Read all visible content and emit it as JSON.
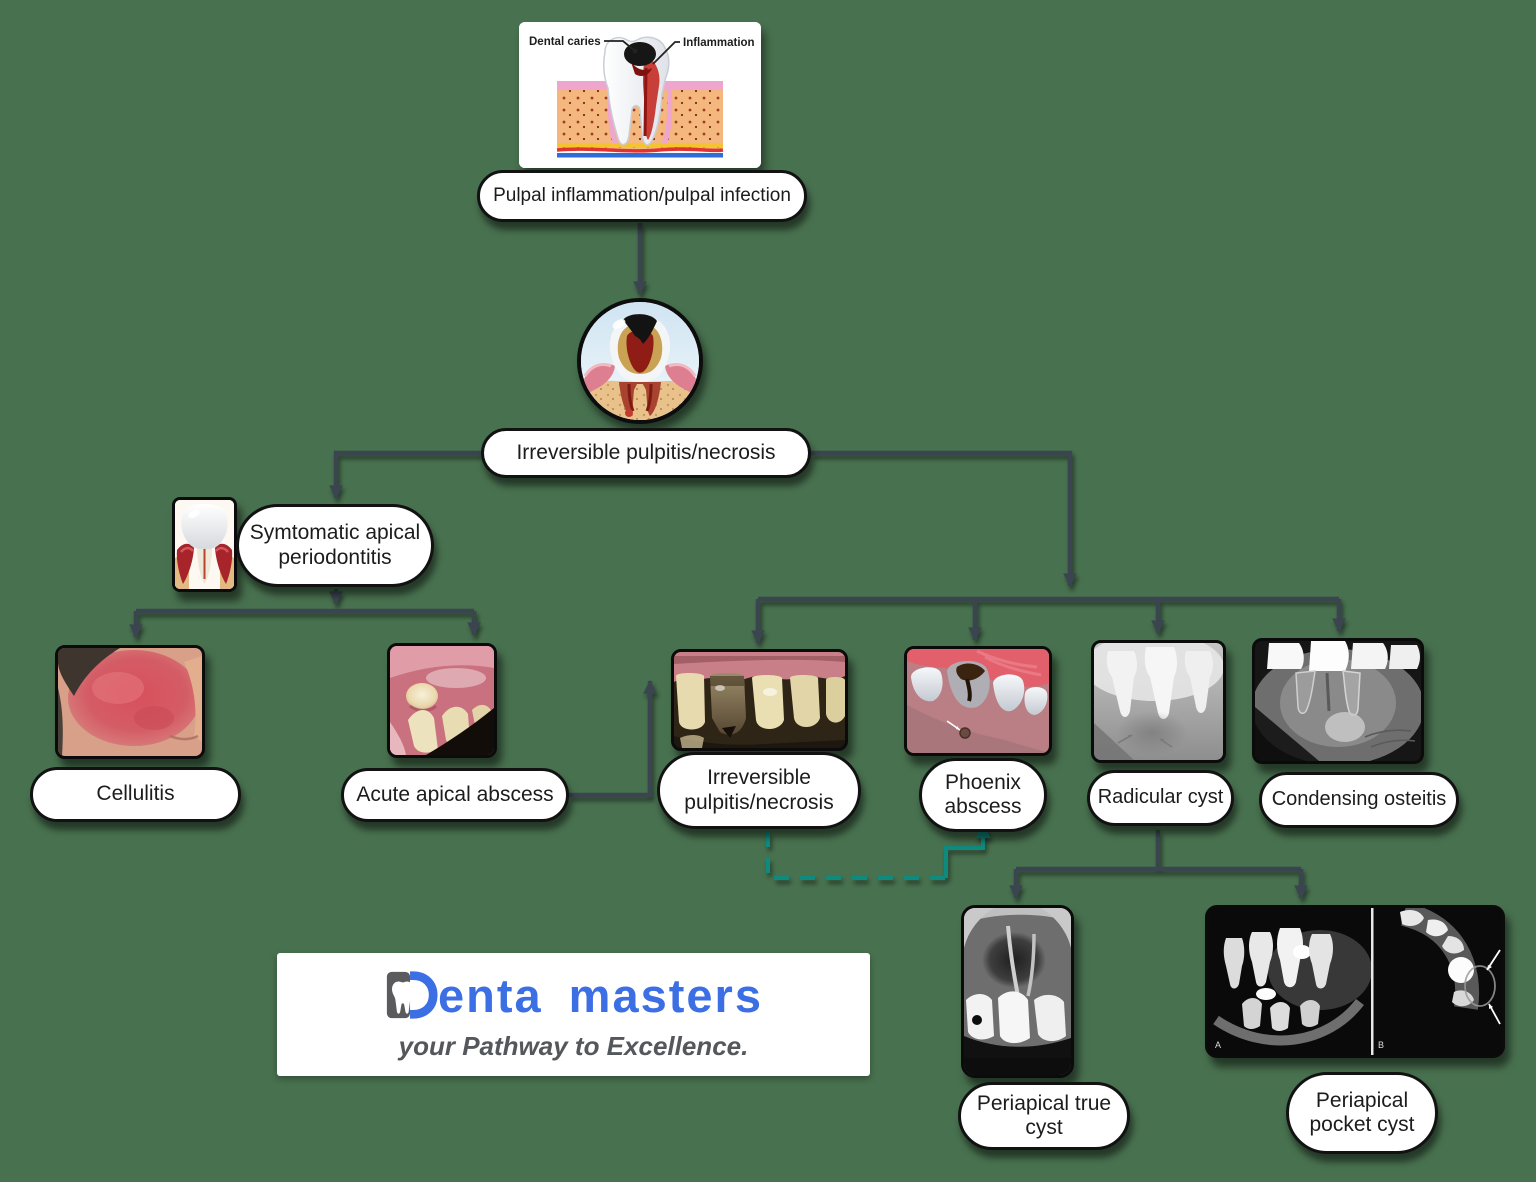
{
  "palette": {
    "background": "#48714F",
    "connector": "#3A4550",
    "teal_connector": "#0F8A7E",
    "pill_border": "#121212",
    "logo_blue": "#3D6FE4",
    "logo_gray": "#54585C"
  },
  "header_figure": {
    "label_left": "Dental caries",
    "label_right": "Inflammation"
  },
  "nodes": {
    "pulpal": "Pulpal inflammation/pulpal infection",
    "irreversible_main": "Irreversible pulpitis/necrosis",
    "symptomatic": "Symtomatic apical periodontitis",
    "cellulitis": "Cellulitis",
    "acute_abscess": "Acute apical abscess",
    "irreversible_branch": "Irreversible pulpitis/necrosis",
    "phoenix_abscess": "Phoenix abscess",
    "radicular_cyst": "Radicular cyst",
    "condensing_osteitis": "Condensing osteitis",
    "periapical_true_cyst": "Periapical true cyst",
    "periapical_pocket_cyst": "Periapical pocket cyst"
  },
  "xray_labels": {
    "panel_a": "A",
    "panel_b": "B"
  },
  "logo": {
    "brand": "Denta Masters",
    "word1_rest": "enta",
    "word2": "masters",
    "tagline": "your Pathway to Excellence."
  }
}
